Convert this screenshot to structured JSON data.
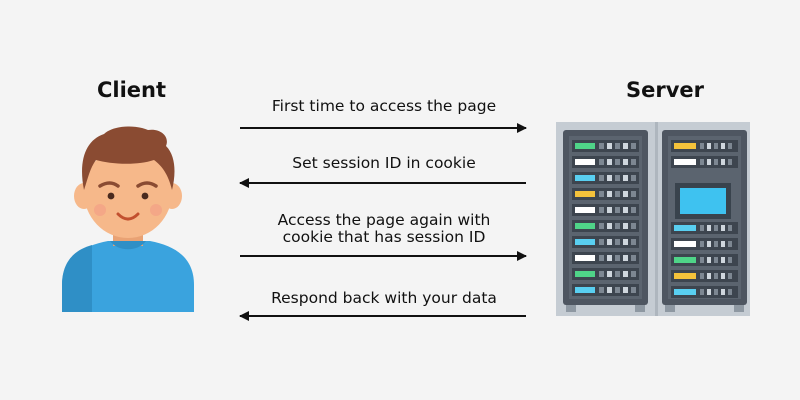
{
  "client": {
    "label": "Client"
  },
  "server": {
    "label": "Server"
  },
  "messages": [
    {
      "text": "First time to access the page",
      "direction": "client-to-server"
    },
    {
      "text": "Set session ID in cookie",
      "direction": "server-to-client"
    },
    {
      "text_lines": [
        "Access the page again with",
        "cookie that has session ID"
      ],
      "direction": "client-to-server"
    },
    {
      "text": "Respond back with your data",
      "direction": "server-to-client"
    }
  ],
  "colors": {
    "background": "#f4f4f4",
    "arrow": "#111111",
    "skin": "#f6b88a",
    "hair": "#8a4b32",
    "shirt": "#3aa3de",
    "rack": "#4e5661",
    "rack_frame": "#c5ccd3",
    "led_green": "#4fd488",
    "led_yellow": "#f4c23b",
    "led_cyan": "#59cff1"
  }
}
